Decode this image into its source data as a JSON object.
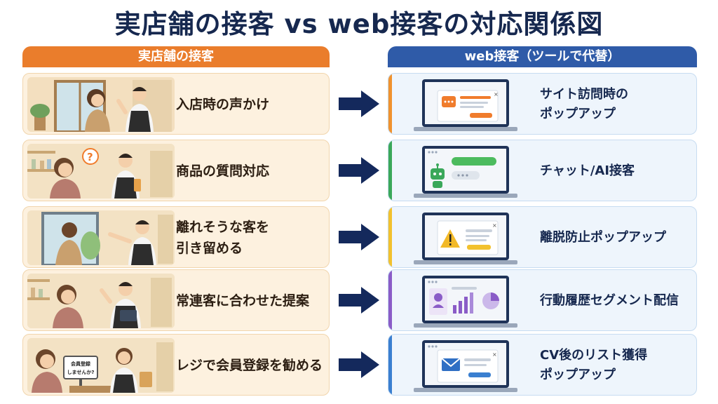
{
  "title": "実店舗の接客 vs web接客の対応関係図",
  "columns": {
    "left": "実店舗の接客",
    "right": "web接客（ツールで代替）"
  },
  "colors": {
    "title": "#16284f",
    "left_header": "#ea7d2c",
    "right_header": "#2f5ba8",
    "arrow": "#14295c"
  },
  "rows": [
    {
      "store": "入店時の声かけ",
      "web": "サイト訪問時の\nポップアップ",
      "accent": "#f0922e",
      "icon": "chat-popup-icon"
    },
    {
      "store": "商品の質問対応",
      "web": "チャット/AI接客",
      "accent": "#3aa85a",
      "icon": "chatbot-robot-icon"
    },
    {
      "store": "離れそうな客を\n引き留める",
      "web": "離脱防止ポップアップ",
      "accent": "#f2c12e",
      "icon": "warning-icon"
    },
    {
      "store": "常連客に合わせた提案",
      "web": "行動履歴セグメント配信",
      "accent": "#8a5cc7",
      "icon": "analytics-dashboard-icon"
    },
    {
      "store": "レジで会員登録を勧める",
      "web": "CV後のリスト獲得\nポップアップ",
      "accent": "#3a7fd0",
      "icon": "mail-icon"
    }
  ],
  "register_sign": "会員登録\nしませんか?"
}
